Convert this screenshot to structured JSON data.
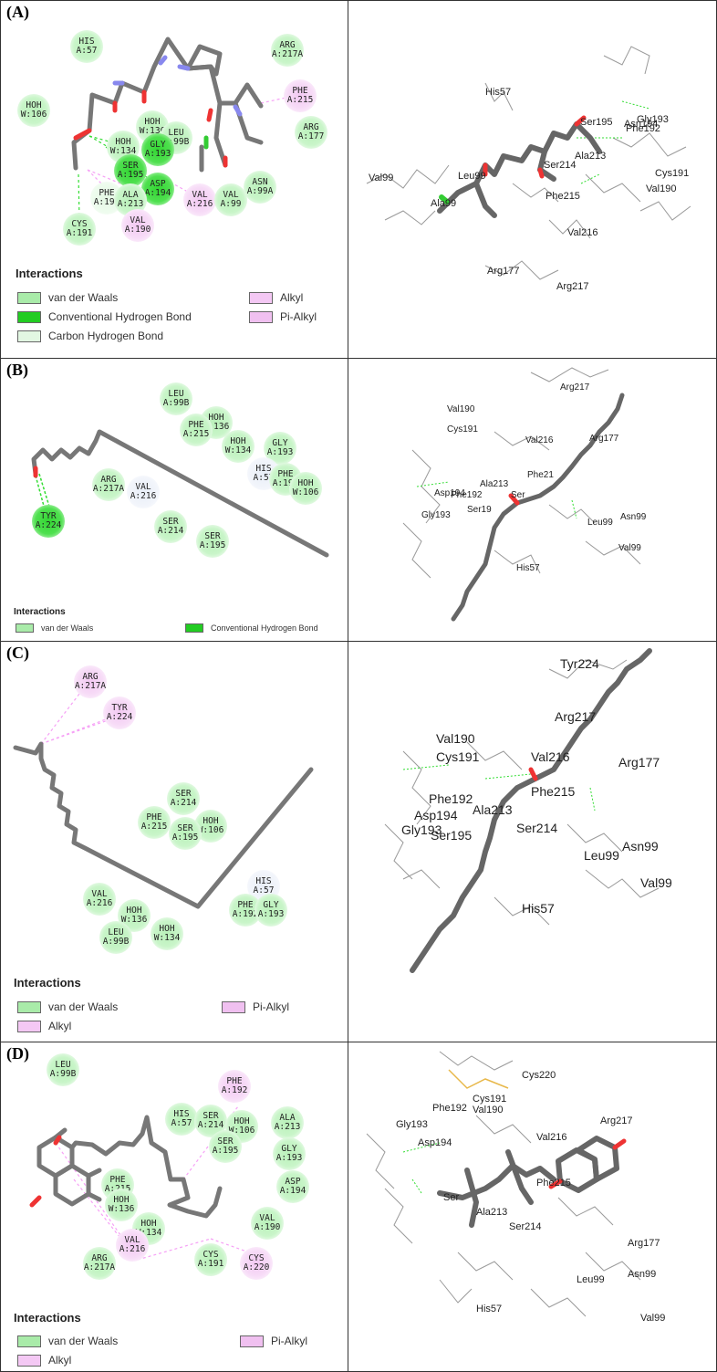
{
  "colors": {
    "vdw": "#a9eba9",
    "hbond": "#22cc22",
    "chbond": "#e2f7e2",
    "alkyl": "#f4c8f4",
    "pialkyl": "#f0c0f0"
  },
  "panels": [
    {
      "id": "A",
      "label": "(A)",
      "legend_title": "Interactions",
      "legend": [
        {
          "text": "van der Waals",
          "kind": "vdw"
        },
        {
          "text": "Conventional Hydrogen Bond",
          "kind": "hb"
        },
        {
          "text": "Carbon Hydrogen Bond",
          "kind": "ch"
        },
        {
          "text": "Alkyl",
          "kind": "alk"
        },
        {
          "text": "Pi-Alkyl",
          "kind": "pal"
        }
      ],
      "residues": [
        [
          "HIS",
          "A:57",
          "vdw"
        ],
        [
          "ARG",
          "A:217A",
          "vdw"
        ],
        [
          "PHE",
          "A:215",
          "alk"
        ],
        [
          "HOH",
          "W:106",
          "vdw"
        ],
        [
          "ARG",
          "A:177",
          "vdw"
        ],
        [
          "HOH",
          "W:136",
          "vdw"
        ],
        [
          "LEU",
          "A:99B",
          "vdw"
        ],
        [
          "HOH",
          "W:134",
          "vdw"
        ],
        [
          "GLY",
          "A:193",
          "hb"
        ],
        [
          "SER",
          "A:195",
          "hb"
        ],
        [
          "ASP",
          "A:194",
          "hb"
        ],
        [
          "ASN",
          "A:99A",
          "vdw"
        ],
        [
          "PHE",
          "A:192",
          "ch"
        ],
        [
          "ALA",
          "A:213",
          "vdw"
        ],
        [
          "VAL",
          "A:216",
          "alk"
        ],
        [
          "VAL",
          "A:99",
          "vdw"
        ],
        [
          "VAL",
          "A:190",
          "alk"
        ],
        [
          "CYS",
          "A:191",
          "vdw"
        ]
      ],
      "labels3d": [
        "His57",
        "Gly193",
        "Ser195",
        "Asn194",
        "Phe192",
        "Ala213",
        "Ser214",
        "Cys191",
        "Val190",
        "Val99",
        "Leu99",
        "Ala99",
        "Phe215",
        "Val216",
        "Arg177",
        "Arg217"
      ]
    },
    {
      "id": "B",
      "label": "(B)",
      "legend_title": "Interactions",
      "legend": [
        {
          "text": "van der Waals",
          "kind": "vdw"
        },
        {
          "text": "Conventional Hydrogen Bond",
          "kind": "hb"
        }
      ],
      "residues": [
        [
          "LEU",
          "A:99B",
          "vdw"
        ],
        [
          "HOH",
          "W:136",
          "vdw"
        ],
        [
          "PHE",
          "A:215",
          "vdw"
        ],
        [
          "HOH",
          "W:134",
          "vdw"
        ],
        [
          "GLY",
          "A:193",
          "vdw"
        ],
        [
          "ARG",
          "A:217A",
          "vdw"
        ],
        [
          "VAL",
          "A:216",
          "vdw"
        ],
        [
          "HIS",
          "A:57",
          "vdw"
        ],
        [
          "PHE",
          "A:192",
          "vdw"
        ],
        [
          "HOH",
          "W:106",
          "vdw"
        ],
        [
          "TYR",
          "A:224",
          "hb"
        ],
        [
          "SER",
          "A:214",
          "vdw"
        ],
        [
          "SER",
          "A:195",
          "vdw"
        ]
      ],
      "labels3d": [
        "Arg217",
        "Val190",
        "Cys191",
        "Val216",
        "Arg177",
        "Phe21",
        "Ala213",
        "Asp194",
        "Phe192",
        "Ser",
        "Gly193",
        "Ser19",
        "Leu99",
        "Asn99",
        "Val99",
        "His57"
      ]
    },
    {
      "id": "C",
      "label": "(C)",
      "legend_title": "Interactions",
      "legend": [
        {
          "text": "van der Waals",
          "kind": "vdw"
        },
        {
          "text": "Alkyl",
          "kind": "alk"
        },
        {
          "text": "Pi-Alkyl",
          "kind": "pal"
        }
      ],
      "residues": [
        [
          "ARG",
          "A:217A",
          "alk"
        ],
        [
          "TYR",
          "A:224",
          "alk"
        ],
        [
          "SER",
          "A:214",
          "vdw"
        ],
        [
          "PHE",
          "A:215",
          "vdw"
        ],
        [
          "HOH",
          "W:106",
          "vdw"
        ],
        [
          "SER",
          "A:195",
          "vdw"
        ],
        [
          "VAL",
          "A:216",
          "vdw"
        ],
        [
          "HOH",
          "W:136",
          "vdw"
        ],
        [
          "HIS",
          "A:57",
          "vdw"
        ],
        [
          "PHE",
          "A:192",
          "vdw"
        ],
        [
          "GLY",
          "A:193",
          "vdw"
        ],
        [
          "LEU",
          "A:99B",
          "vdw"
        ],
        [
          "HOH",
          "W:134",
          "vdw"
        ]
      ],
      "labels3d": [
        "Tyr224",
        "Arg217",
        "Val190",
        "Cys191",
        "Val216",
        "Arg177",
        "Phe192",
        "Phe215",
        "Asp194",
        "Ala213",
        "Ser214",
        "Gly193",
        "Ser195",
        "Asn99",
        "Leu99",
        "Val99",
        "His57"
      ]
    },
    {
      "id": "D",
      "label": "(D)",
      "legend_title": "Interactions",
      "legend": [
        {
          "text": "van der Waals",
          "kind": "vdw"
        },
        {
          "text": "Alkyl",
          "kind": "alk"
        },
        {
          "text": "Pi-Alkyl",
          "kind": "pal"
        }
      ],
      "residues": [
        [
          "LEU",
          "A:99B",
          "vdw"
        ],
        [
          "PHE",
          "A:192",
          "alk"
        ],
        [
          "HIS",
          "A:57",
          "vdw"
        ],
        [
          "SER",
          "A:214",
          "vdw"
        ],
        [
          "HOH",
          "W:106",
          "vdw"
        ],
        [
          "ALA",
          "A:213",
          "vdw"
        ],
        [
          "SER",
          "A:195",
          "vdw"
        ],
        [
          "GLY",
          "A:193",
          "vdw"
        ],
        [
          "PHE",
          "A:215",
          "vdw"
        ],
        [
          "ASP",
          "A:194",
          "vdw"
        ],
        [
          "HOH",
          "W:136",
          "vdw"
        ],
        [
          "HOH",
          "W:134",
          "vdw"
        ],
        [
          "VAL",
          "A:216",
          "alk"
        ],
        [
          "VAL",
          "A:190",
          "vdw"
        ],
        [
          "ARG",
          "A:217A",
          "vdw"
        ],
        [
          "CYS",
          "A:191",
          "vdw"
        ],
        [
          "CYS",
          "A:220",
          "alk"
        ]
      ],
      "labels3d": [
        "Cys220",
        "Cys191",
        "Phe192",
        "Val190",
        "Arg217",
        "Gly193",
        "Val216",
        "Asp194",
        "Phe215",
        "Ser",
        "Ala213",
        "Ser214",
        "Arg177",
        "His57",
        "Leu99",
        "Asn99",
        "Val99"
      ]
    }
  ]
}
